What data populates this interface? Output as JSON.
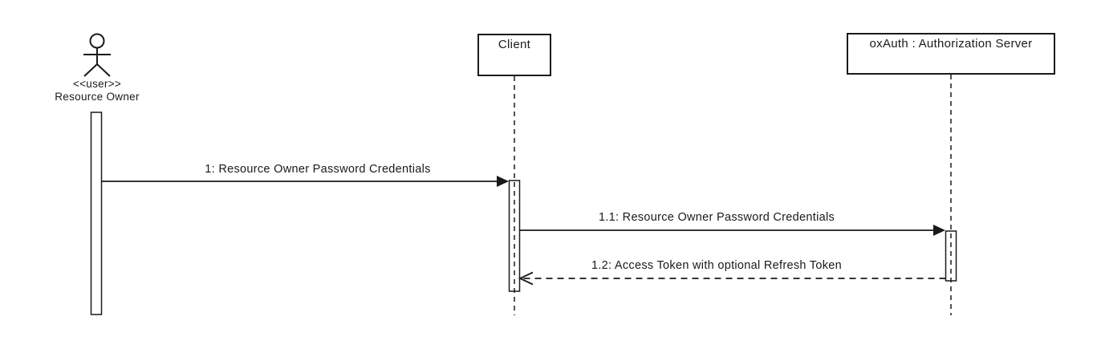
{
  "diagram": {
    "kind": "uml-sequence-diagram",
    "background_color": "#ffffff",
    "line_color": "#1a1a1a",
    "text_color": "#1a1a1a",
    "actor": {
      "stereotype": "<<user>>",
      "name": "Resource Owner"
    },
    "lifelines": [
      {
        "id": "client",
        "label": "Client"
      },
      {
        "id": "oxauth",
        "label": "oxAuth : Authorization Server"
      }
    ],
    "activations": [
      {
        "on": "resource-owner"
      },
      {
        "on": "client"
      },
      {
        "on": "oxauth"
      }
    ],
    "messages": [
      {
        "seq": "1",
        "label": "1: Resource Owner Password Credentials",
        "from": "resource-owner",
        "to": "client",
        "line_style": "solid",
        "arrowhead": "filled-triangle"
      },
      {
        "seq": "1.1",
        "label": "1.1: Resource Owner Password Credentials",
        "from": "client",
        "to": "oxauth",
        "line_style": "solid",
        "arrowhead": "filled-triangle"
      },
      {
        "seq": "1.2",
        "label": "1.2: Access Token with optional Refresh Token",
        "from": "oxauth",
        "to": "client",
        "line_style": "dashed",
        "arrowhead": "open"
      }
    ]
  }
}
